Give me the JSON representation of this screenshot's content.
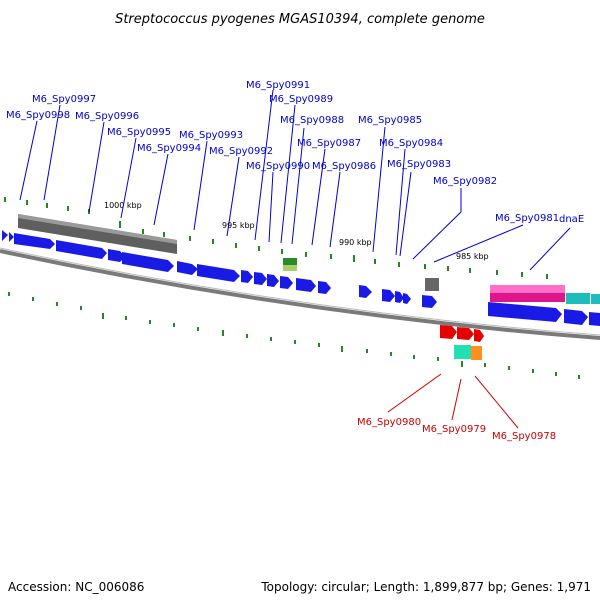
{
  "title": "Streptococcus pyogenes MGAS10394, complete genome",
  "footer": {
    "accession": "Accession: NC_006086",
    "summary": "Topology: circular; Length: 1,899,877 bp; Genes: 1,971"
  },
  "colors": {
    "forward_gene": "#1a1ae6",
    "rna": "#e60000",
    "label_forward": "#0000cc",
    "label_reverse": "#cc0000",
    "backbone": "#777777",
    "tick": "#228822"
  },
  "scale_labels": [
    "1000 kbp",
    "995 kbp",
    "990 kbp",
    "985 kbp"
  ],
  "upper_labels": [
    "M6_Spy0998",
    "M6_Spy0997",
    "M6_Spy0996",
    "M6_Spy0995",
    "M6_Spy0994",
    "M6_Spy0993",
    "M6_Spy0992",
    "M6_Spy0991",
    "M6_Spy0990",
    "M6_Spy0989",
    "M6_Spy0988",
    "M6_Spy0987",
    "M6_Spy0986",
    "M6_Spy0985",
    "M6_Spy0984",
    "M6_Spy0983",
    "M6_Spy0982",
    "M6_Spy0981",
    "dnaE"
  ],
  "lower_labels": [
    "M6_Spy0980",
    "M6_Spy0979",
    "M6_Spy0978"
  ]
}
